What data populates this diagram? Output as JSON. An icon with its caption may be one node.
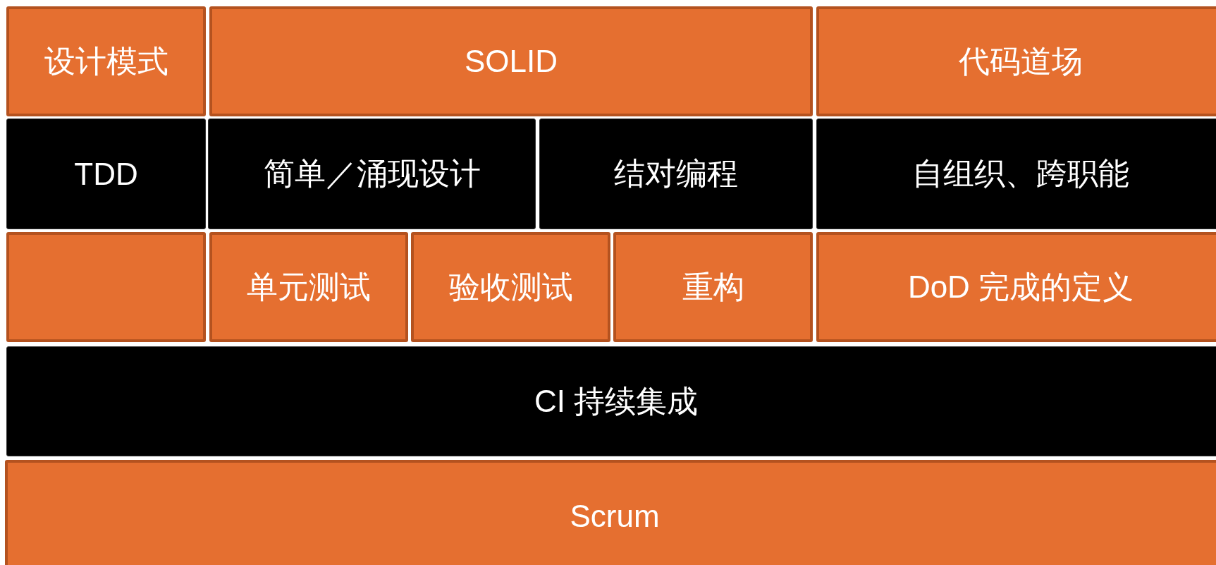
{
  "diagram": {
    "nodes": [
      {
        "text": [
          "设计模式"
        ]
      },
      {
        "text": [
          "SOLID"
        ]
      },
      {
        "text": [
          "代码道场"
        ]
      },
      {
        "text": [
          "TDD"
        ]
      },
      {
        "text": [
          "简单／涌现设计"
        ]
      },
      {
        "text": [
          "结对编程"
        ]
      },
      {
        "text": [
          "自组织、跨职能"
        ]
      },
      {
        "text": [],
        "shape": "box"
      },
      {
        "text": [
          "单元测试"
        ]
      },
      {
        "text": [
          "验收测试"
        ]
      },
      {
        "text": [
          "重构"
        ]
      },
      {
        "text": [
          "DoD 完成的定义"
        ]
      },
      {
        "text": [
          "CI 持续集成"
        ]
      },
      {
        "text": [
          "Scrum"
        ]
      }
    ]
  }
}
